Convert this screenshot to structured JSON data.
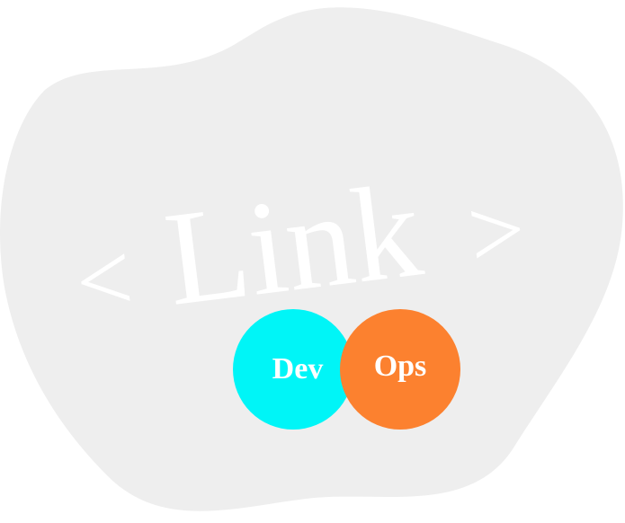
{
  "logo": {
    "open_bracket": "<",
    "word": "Link",
    "close_bracket": ">",
    "left_circle_text": "Dev",
    "right_circle_text": "Ops"
  },
  "colors": {
    "blob": "#eeeeee",
    "text": "#ffffff",
    "dev_circle": "#00f5f7",
    "ops_circle": "#fc812f"
  },
  "icons": {
    "background": "blob-shape"
  }
}
